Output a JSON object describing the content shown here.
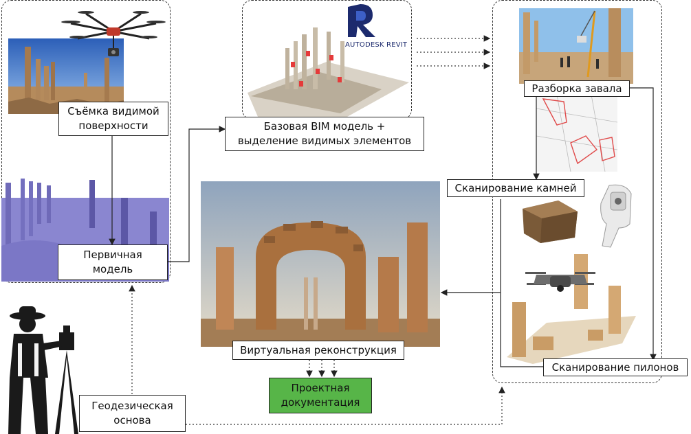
{
  "labels": {
    "survey_surface": [
      "Съёмка видимой",
      "поверхности"
    ],
    "primary_model": [
      "Первичная",
      "модель"
    ],
    "geodetic_base": [
      "Геодезическая",
      "основа"
    ],
    "bim_model": [
      "Базовая BIM модель +",
      "выделение видимых элементов"
    ],
    "rubble_removal": "Разборка завала",
    "stone_scanning": "Сканирование камней",
    "pylon_scanning": "Сканирование пилонов",
    "virtual_reconstruction": "Виртуальная реконструкция",
    "project_docs": [
      "Проектная",
      "документация"
    ]
  },
  "logo": {
    "text": "AUTODESK REVIT",
    "icon": "revit-logo-icon"
  },
  "colors": {
    "project_docs_fill": "#57b548",
    "primary_model_tint": "#8a86d0",
    "dashed_border": "#333333",
    "revit_blue": "#1c2a6d"
  },
  "icons": [
    "drone-icon",
    "surveyor-icon",
    "laser-scanner-icon",
    "quadcopter-icon",
    "stone-block-icon"
  ]
}
